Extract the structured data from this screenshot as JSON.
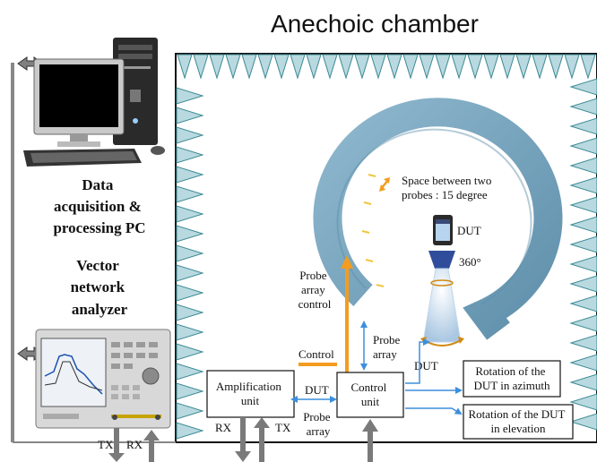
{
  "title": "Anechoic chamber",
  "pc_label": [
    "Data",
    "acquisition &",
    "processing PC"
  ],
  "vna_label": [
    "Vector",
    "network",
    "analyzer"
  ],
  "ring_note": [
    "Space between two",
    "probes : 15 degree"
  ],
  "dut_label": "DUT",
  "rotation_angle": "360°",
  "probe_array_control": [
    "Probe",
    "array",
    "control"
  ],
  "probe_array_right": [
    "Probe",
    "array"
  ],
  "control_label": "Control",
  "amplification_unit": [
    "Amplification",
    "unit"
  ],
  "control_unit": [
    "Control",
    "unit"
  ],
  "dut_link_label": "DUT",
  "dut_link_right": "DUT",
  "probe_array_bottom": [
    "Probe",
    "array"
  ],
  "rotation_azimuth": [
    "Rotation of the",
    "DUT in azimuth"
  ],
  "rotation_elevation": [
    "Rotation of the DUT",
    "in elevation"
  ],
  "rx_left": "RX",
  "tx_left": "TX",
  "tx_vna": "TX",
  "rx_vna": "RX",
  "colors": {
    "ring": "#7fa9c2",
    "ring_dark": "#5b8aa6",
    "orange": "#f39c1f",
    "blue_arrow": "#3c8fdc",
    "gray_arrow": "#7a7a7a",
    "absorber": "#b9d9e0",
    "absorber_stroke": "#3b8a93"
  },
  "icons": [
    "computer-icon",
    "vector-network-analyzer-icon",
    "dut-phone-icon"
  ]
}
